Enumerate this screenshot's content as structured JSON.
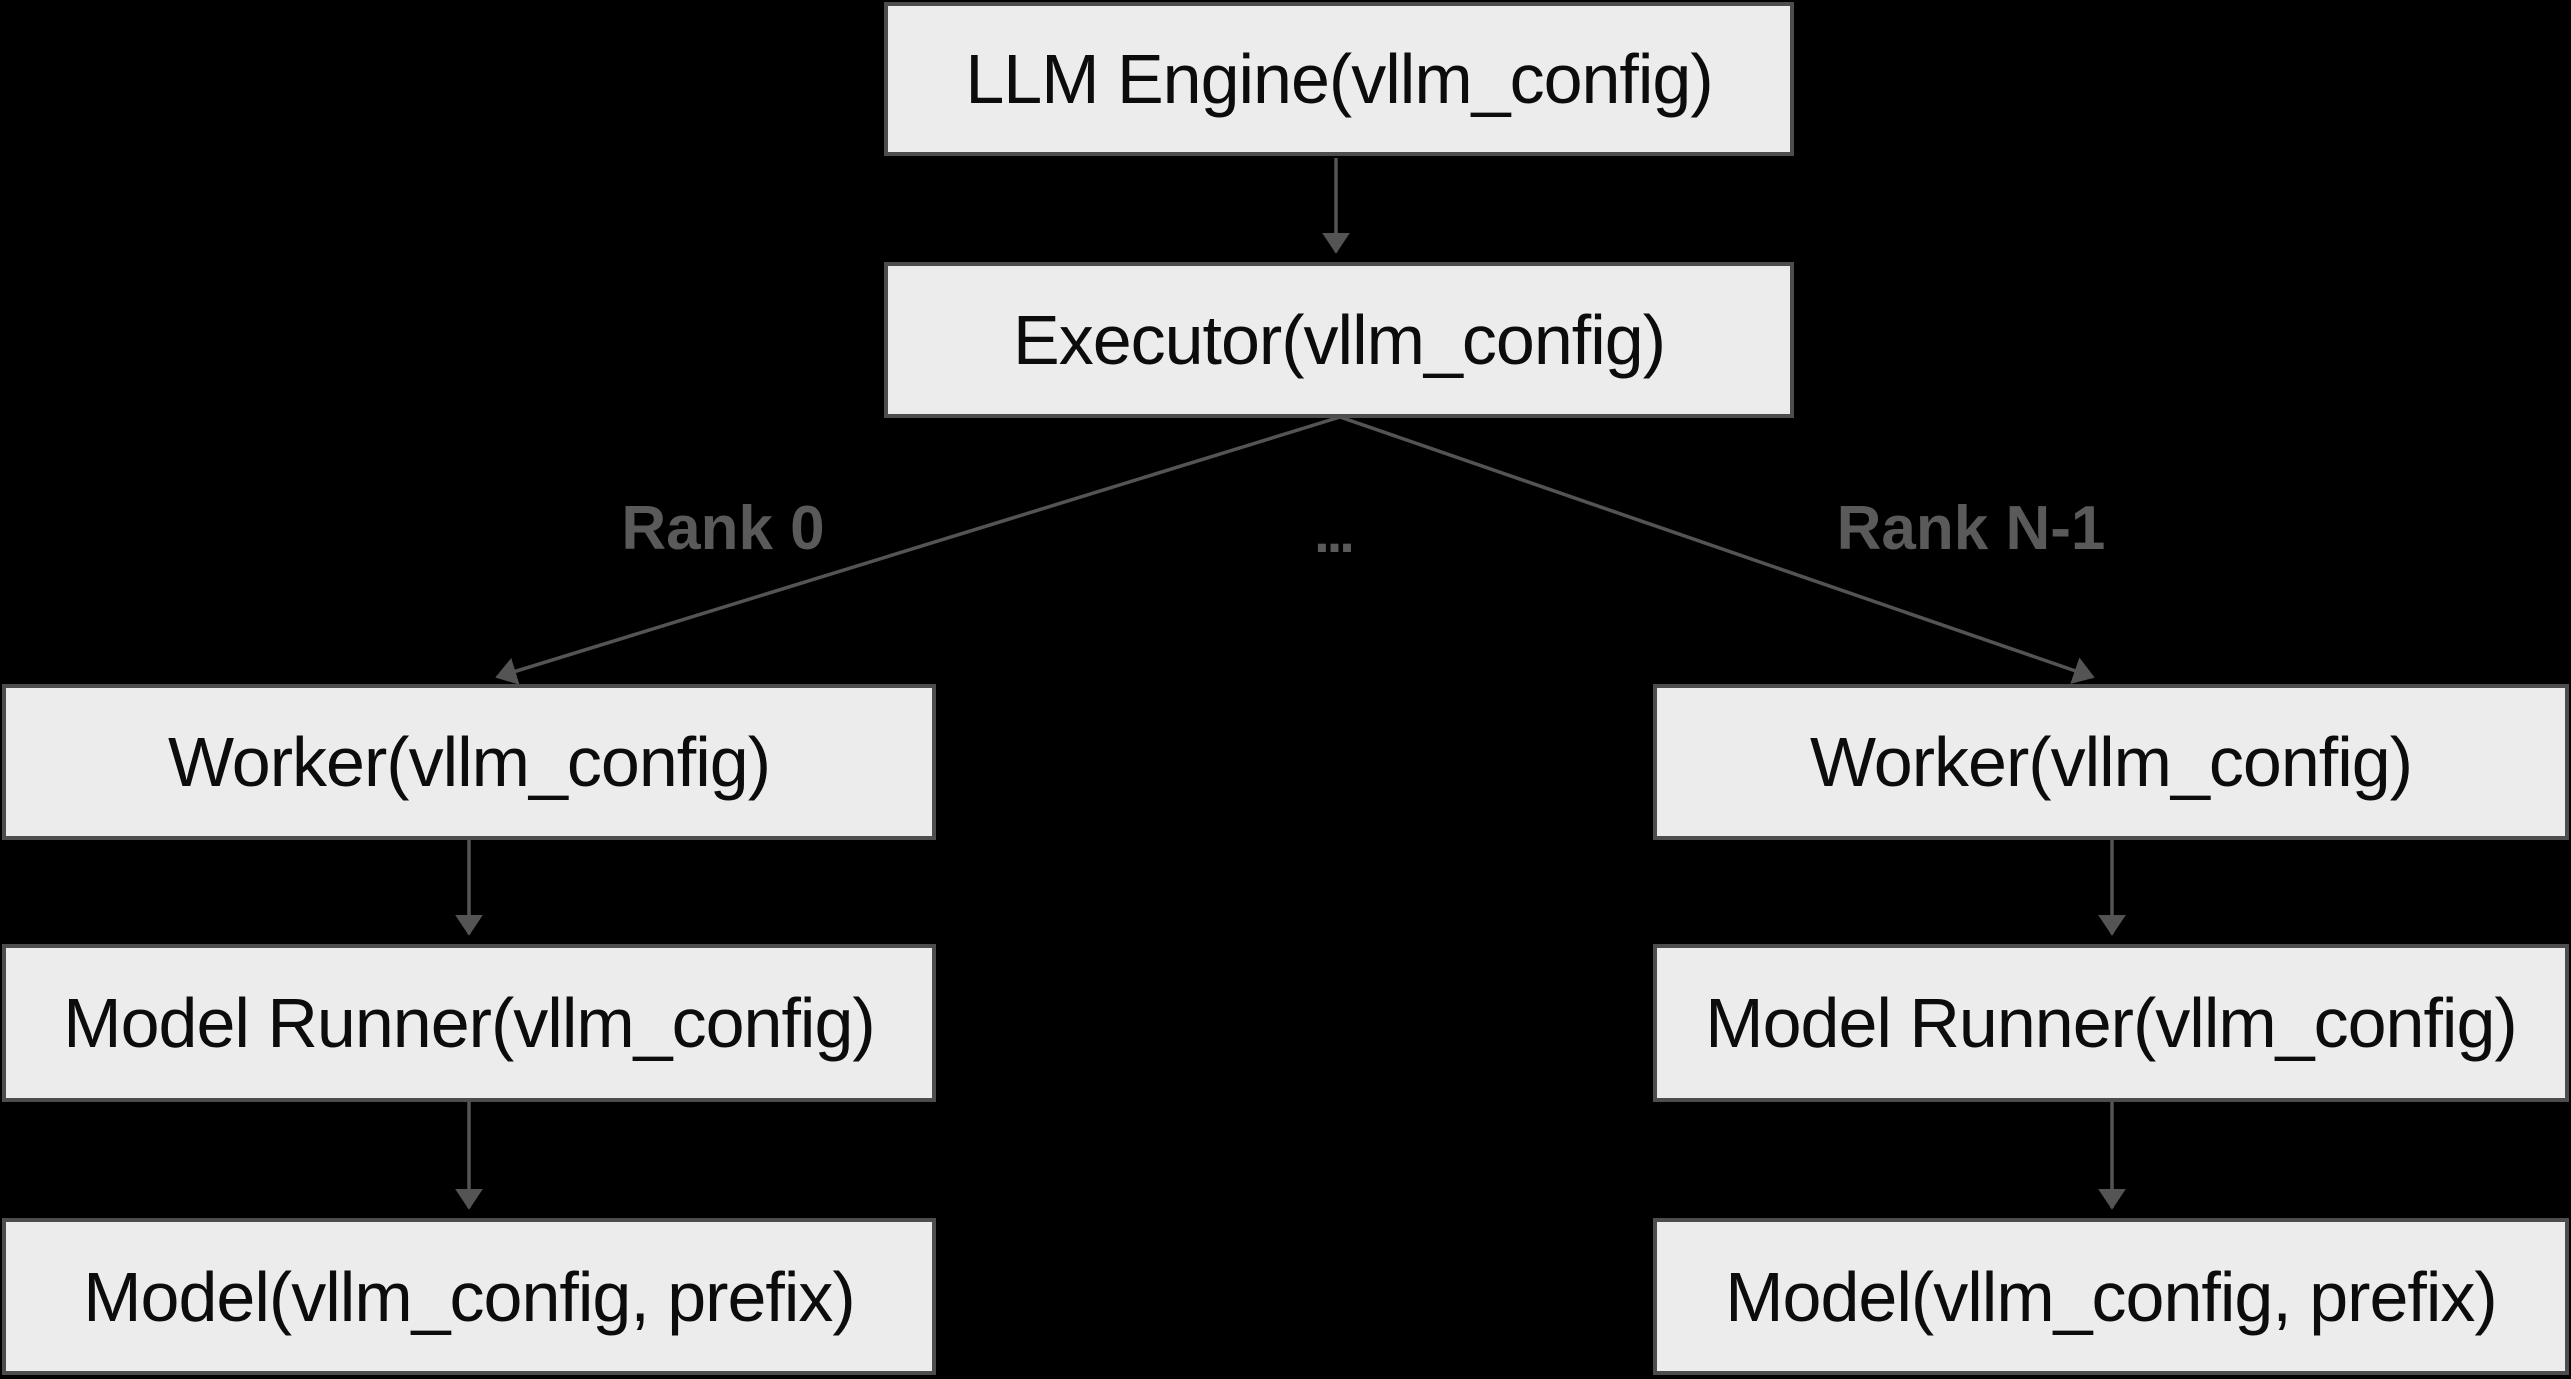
{
  "diagram": {
    "type": "flowchart",
    "colors": {
      "background": "#000000",
      "node-fill": "#ececec",
      "node-border": "#4d4d4d",
      "node-text": "#0c0c0c",
      "edge": "#545454",
      "edge-label": "#5a5a5a"
    },
    "nodes": {
      "llm_engine": {
        "label": "LLM Engine(vllm_config)"
      },
      "executor": {
        "label": "Executor(vllm_config)"
      },
      "worker_left": {
        "label": "Worker(vllm_config)"
      },
      "worker_right": {
        "label": "Worker(vllm_config)"
      },
      "model_runner_left": {
        "label": "Model Runner(vllm_config)"
      },
      "model_runner_right": {
        "label": "Model Runner(vllm_config)"
      },
      "model_left": {
        "label": "Model(vllm_config, prefix)"
      },
      "model_right": {
        "label": "Model(vllm_config, prefix)"
      }
    },
    "edge_labels": {
      "rank_0": "Rank 0",
      "ellipsis": "...",
      "rank_n_1": "Rank N-1"
    }
  }
}
